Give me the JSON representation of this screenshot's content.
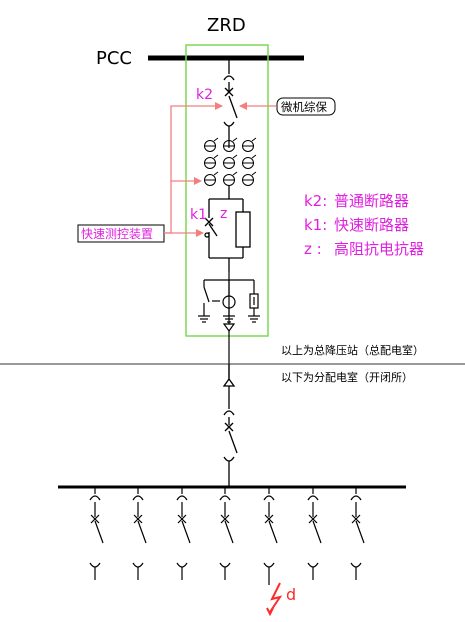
{
  "labels": {
    "zrd": "ZRD",
    "pcc": "PCC",
    "k2": "k2",
    "k1": "k1",
    "z": "z",
    "relay_box": "微机综保",
    "fast_ctrl_box": "快速测控装置",
    "upper_note": "以上为总降压站（总配电室）",
    "lower_note": "以下为分配电室（开闭所）",
    "fault": "d"
  },
  "legend": [
    {
      "key": "k2:",
      "text": "普通断路器"
    },
    {
      "key": "k1:",
      "text": "快速断路器"
    },
    {
      "key": "z :",
      "text": "高阻抗电抗器"
    }
  ],
  "colors": {
    "line": "#000000",
    "magenta": "#e020e0",
    "arrow": "#f08080",
    "box": "#7ed957",
    "fault": "#ff2a2a",
    "separator": "#333333"
  }
}
